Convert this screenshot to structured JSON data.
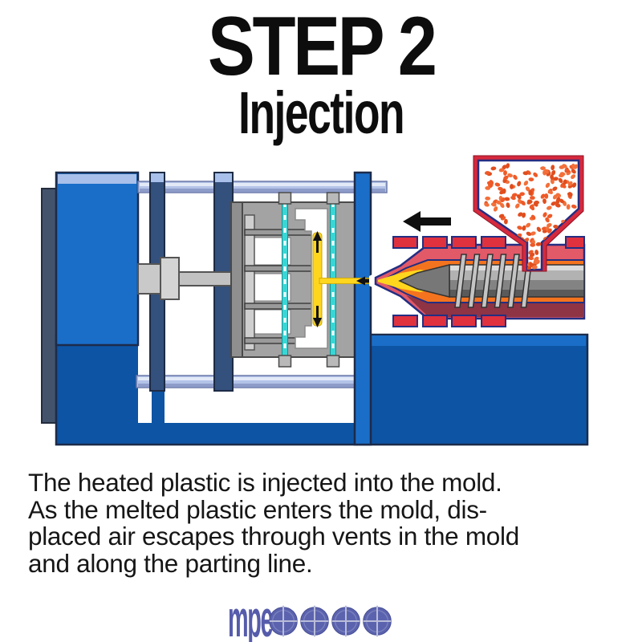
{
  "title": {
    "step": "STEP 2",
    "subtitle": "Injection"
  },
  "description": {
    "lines": [
      "The heated plastic is injected into the mold.",
      "As the melted plastic enters the mold, dis-",
      "placed air escapes through vents in the mold",
      "and along the parting line."
    ]
  },
  "logo": {
    "text": "mpe",
    "dot_count": 4
  },
  "diagram": {
    "name": "injection-molding-machine",
    "step_shown": "injection",
    "elements": [
      "clamping-unit",
      "tie-bars",
      "hydraulic-cylinder",
      "moving-platen",
      "mold",
      "cooling-channels",
      "ejector-pins",
      "sprue-runner",
      "stationary-platen",
      "nozzle",
      "heated-barrel",
      "heater-bands",
      "reciprocating-screw",
      "hopper",
      "plastic-pellets",
      "machine-base",
      "flow-arrows"
    ],
    "colors": {
      "machine_blue": "#1a6ec8",
      "base_blue": "#0d54a4",
      "platen_navy": "#34507c",
      "tie_bar_light_blue": "#b3c3e8",
      "mold_gray": "#a3a3a3",
      "coolant_cyan": "#39d6d6",
      "melt_yellow": "#ffd61e",
      "melt_orange": "#f4731f",
      "barrel_pink_red": "#e25968",
      "barrel_maroon": "#8e3445",
      "heater_red": "#e0313f",
      "pellet_orange": "#ee5a28",
      "outline_navy": "#232e82",
      "arrow_black": "#111111",
      "logo_purple": "#565cab"
    }
  }
}
